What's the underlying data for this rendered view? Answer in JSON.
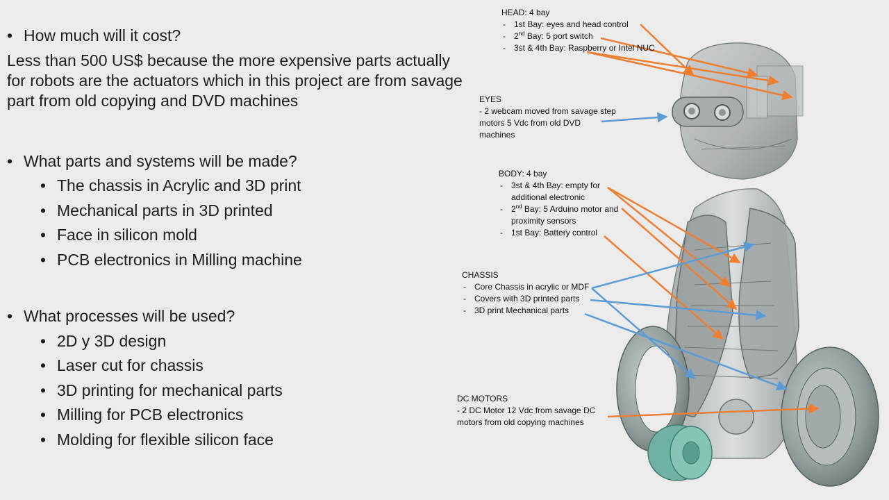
{
  "left": {
    "q1": "How much will it cost?",
    "answer": "Less than 500 US$ because the more expensive parts actually for robots are the actuators which in this project are from savage part from old copying and DVD machines",
    "q2": "What parts and systems will be made?",
    "parts": [
      "The chassis in Acrylic and 3D print",
      "Mechanical parts in 3D printed",
      "Face in silicon mold",
      "PCB electronics in Milling machine"
    ],
    "q3": "What processes will be used?",
    "processes": [
      "2D y 3D design",
      "Laser cut for chassis",
      "3D printing for mechanical parts",
      "Milling for PCB electronics",
      "Molding for flexible silicon face"
    ]
  },
  "annotations": {
    "head": {
      "title": "HEAD: 4 bay",
      "items": [
        "1st Bay: eyes and head control",
        "2",
        "nd",
        " Bay: 5 port switch",
        "3st & 4th Bay: Raspberry or Intel NUC"
      ]
    },
    "eyes": {
      "title": "EYES",
      "line1": "- 2 webcam moved from savage step",
      "line2": "motors 5 Vdc from old DVD",
      "line3": "machines"
    },
    "body": {
      "title": "BODY: 4 bay",
      "item1a": "3st & 4th Bay: empty for",
      "item1b": "additional electronic",
      "item2_num": "2",
      "item2_sup": "nd",
      "item2a": " Bay: 5 Arduino motor and",
      "item2b": "proximity sensors",
      "item3": "1st Bay: Battery control"
    },
    "chassis": {
      "title": "CHASSIS",
      "items": [
        "Core Chassis in acrylic or MDF",
        "Covers with 3D printed parts",
        "3D print Mechanical parts"
      ]
    },
    "motors": {
      "title": "DC MOTORS",
      "line1": "- 2 DC Motor 12 Vdc from savage DC",
      "line2": "motors from old copying machines"
    }
  },
  "colors": {
    "orange_arrow": "#ed7d31",
    "blue_arrow": "#5b9bd5",
    "background": "#ebebeb"
  }
}
